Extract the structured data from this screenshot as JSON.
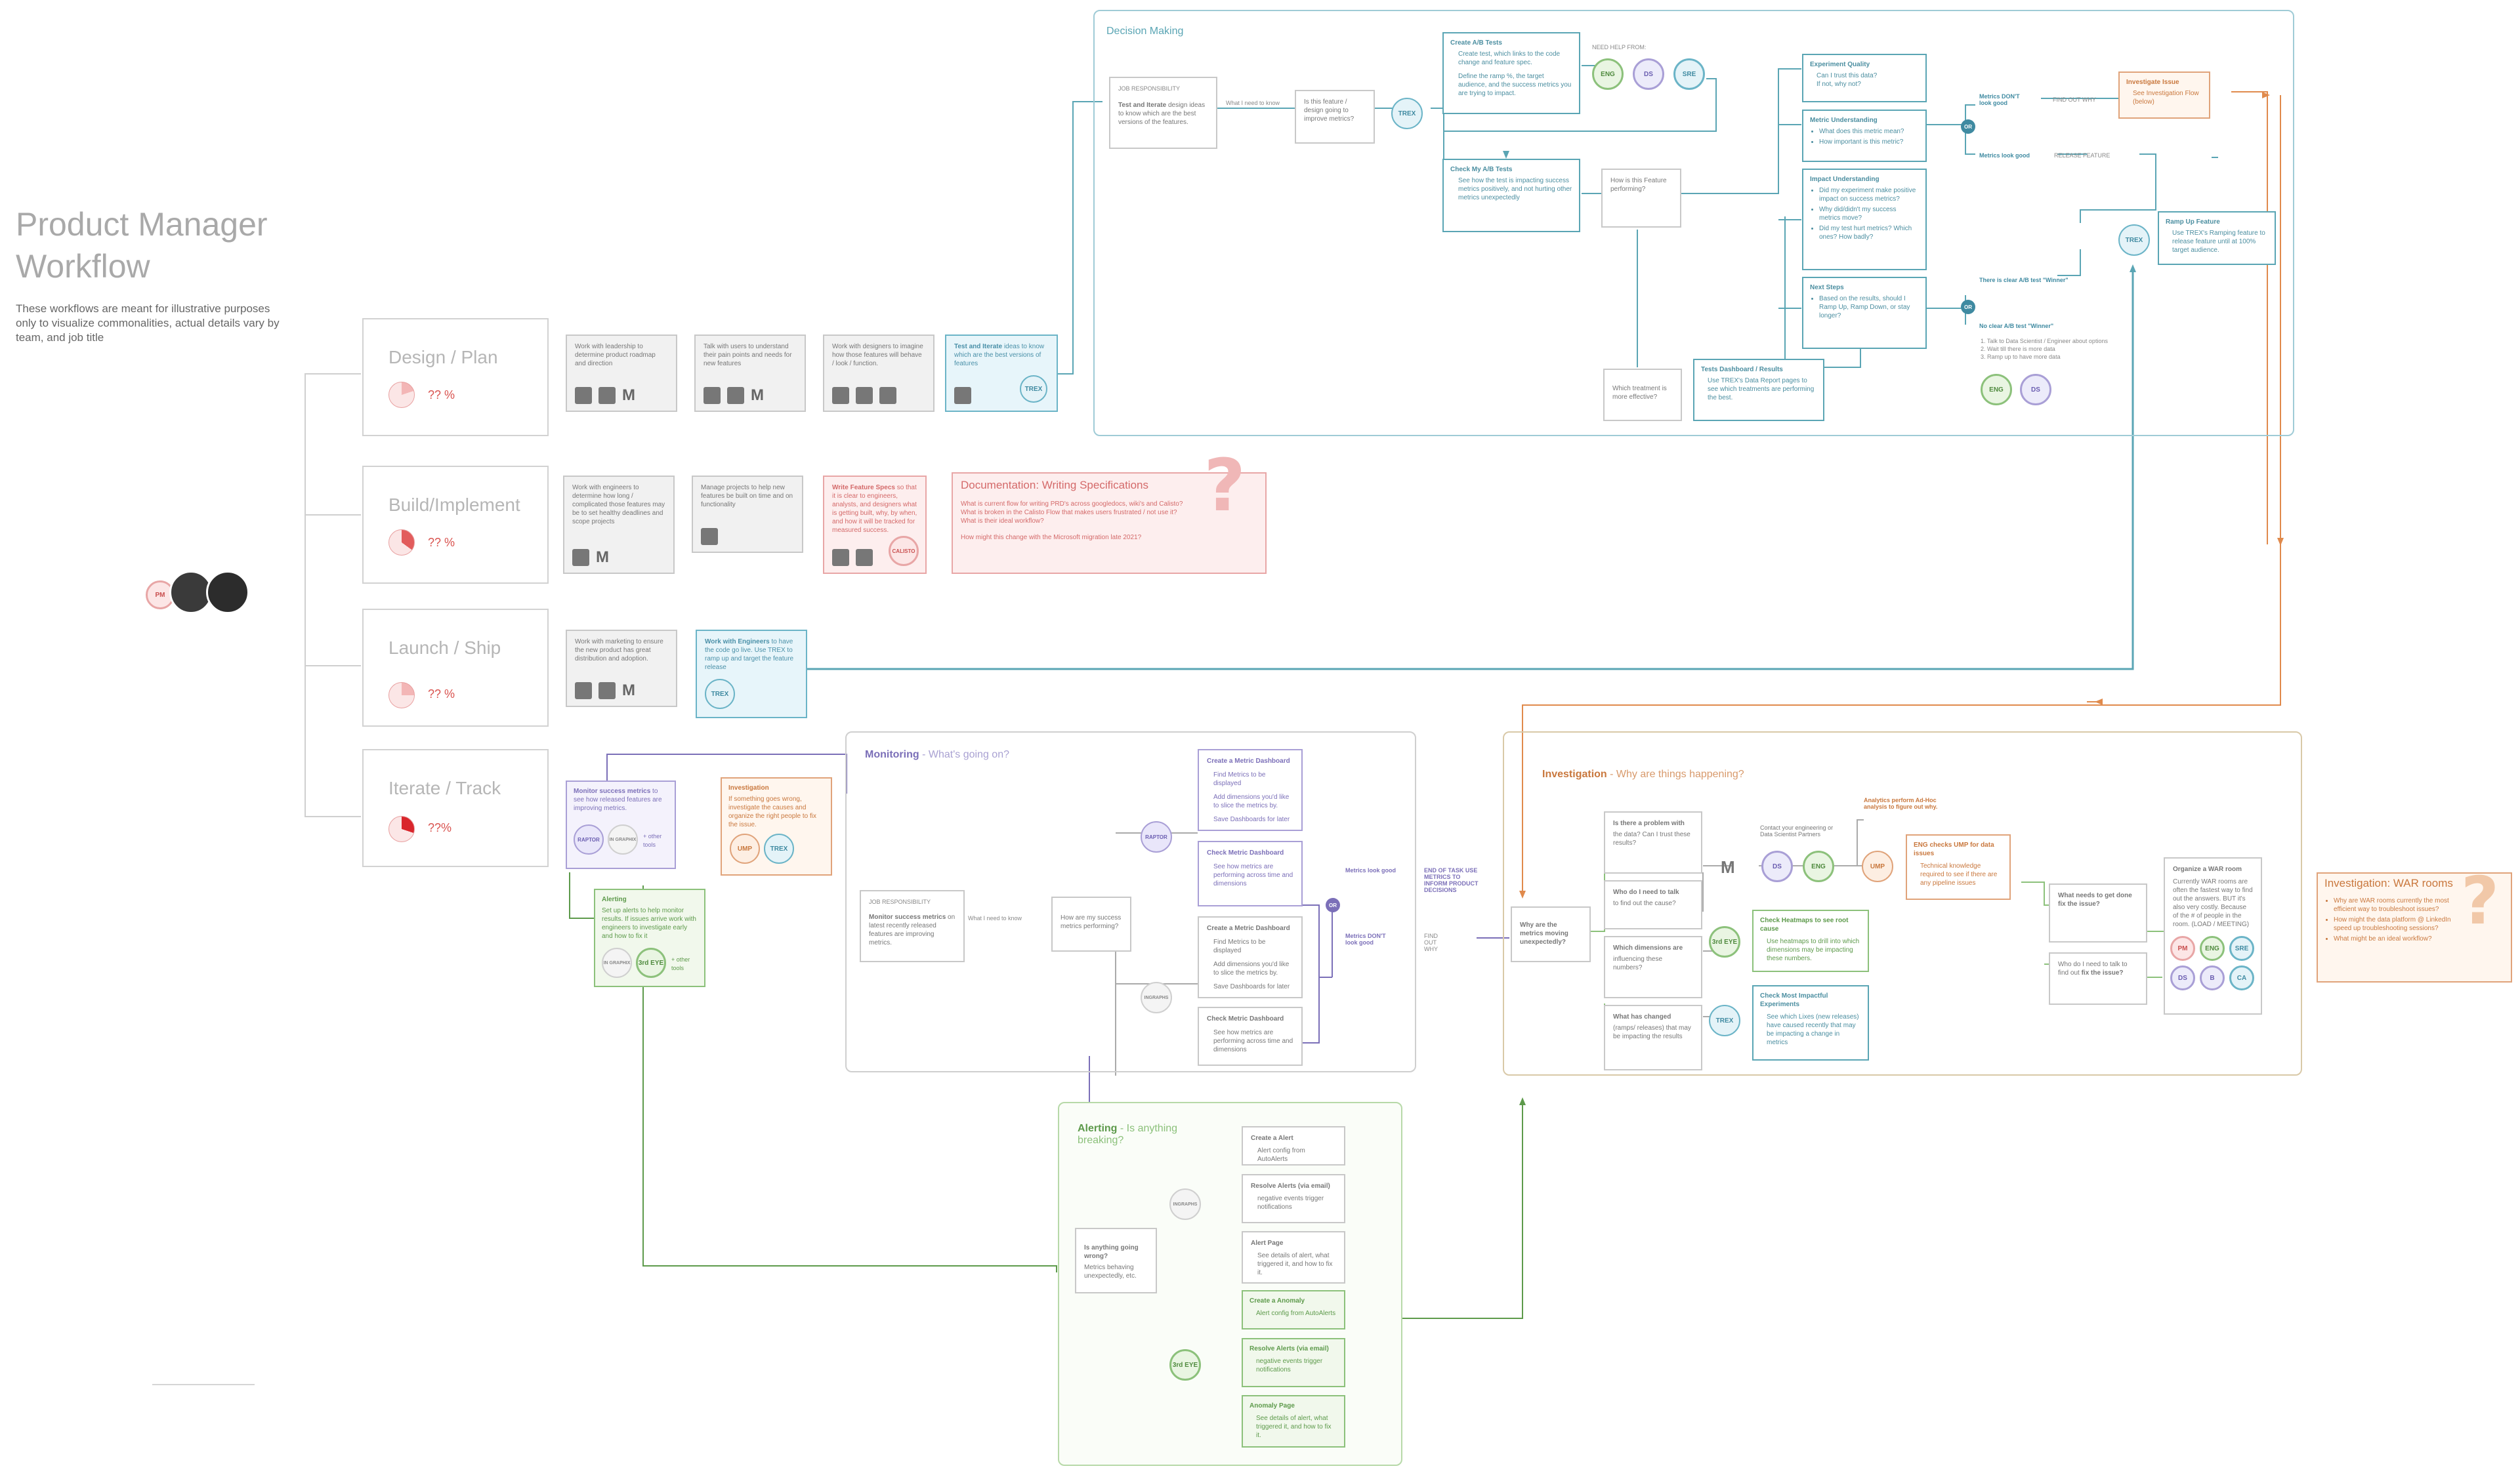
{
  "header": {
    "title_line1": "Product Manager",
    "title_line2": "Workflow",
    "subtitle": "These workflows are meant for illustrative purposes only to visualize commonalities, actual details vary by team, and job title"
  },
  "avatar_pm": "PM",
  "phases": [
    {
      "name": "Design / Plan",
      "pct": "?? %"
    },
    {
      "name": "Build/Implement",
      "pct": "?? %"
    },
    {
      "name": "Launch / Ship",
      "pct": "?? %"
    },
    {
      "name": "Iterate / Track",
      "pct": "??%"
    }
  ],
  "design_cards": [
    "Work with leadership to determine product roadmap and direction",
    "Talk with users to understand their pain points and needs for new features",
    "Work with designers to imagine how those features will behave / look / function."
  ],
  "design_test": {
    "title": "Test and Iterate",
    "text": "ideas to know which are the best versions of features",
    "badge": "TREX"
  },
  "build_cards": [
    "Work with engineers to determine how long / complicated those features may be to set healthy deadlines and scope projects",
    "Manage projects to help new features be built on time and on functionality"
  ],
  "build_specs": {
    "title": "Write Feature Specs",
    "text": "so that it is clear to engineers, analysts, and designers what is getting built, why, by when, and how it will be tracked for measured success.",
    "badge": "CALISTO"
  },
  "documentation": {
    "title": "Documentation: Writing Specifications",
    "q1": "What is current flow for writing PRD's across googledocs, wiki's and Calisto?",
    "q2": "What is broken in the Calisto Flow that makes users frustrated / not use it?",
    "q3": "What is their ideal workflow?",
    "q4": "How might this change with the Microsoft migration late 2021?",
    "mark": "?"
  },
  "launch_card": "Work with marketing to ensure the new product has great distribution and adoption.",
  "launch_trex": {
    "title": "Work with Engineers",
    "text": "to have the code go live. Use TREX to ramp up and target the feature release",
    "badge": "TREX"
  },
  "iterate_monitor": {
    "title": "Monitor success metrics",
    "text": "to see how released features are improving metrics.",
    "b1": "RAPTOR",
    "b2": "IN GRAPHIX",
    "b3": "+ other tools"
  },
  "iterate_investigation": {
    "title": "Investigation",
    "text": "If something goes wrong, investigate the causes and organize the right people to fix the issue.",
    "b1": "UMP",
    "b2": "TREX"
  },
  "iterate_alerting": {
    "title": "Alerting",
    "text": "Set up alerts to help monitor results. If issues arrive work with engineers to investigate early and how to fix it",
    "b1": "IN GRAPHIX",
    "b2": "3rd EYE",
    "b3": "+ other tools"
  },
  "decision": {
    "title": "Decision Making",
    "job_label": "JOB RESPONSIBILITY",
    "job_title": "Test and Iterate",
    "job_text": "design ideas to know which are the best versions of the features.",
    "need_label": "What I need to know",
    "q_box": "Is this feature / design going to improve metrics?",
    "trex": "TREX",
    "create_title": "Create A/B Tests",
    "create_l1": "Create test, which links to the code change and feature spec.",
    "create_l2": "Define the ramp %, the target audience, and the success metrics you are trying to impact.",
    "need_help": "NEED HELP FROM:",
    "eng": "ENG",
    "ds": "DS",
    "sre": "SRE",
    "check_title": "Check My A/B Tests",
    "check_text": "See how the test is impacting success metrics positively, and not hurting other metrics unexpectedly",
    "perf_q": "How is this Feature performing?",
    "eq_title": "Experiment Quality",
    "eq_l1": "Can I trust this data?",
    "eq_l2": "If not, why not?",
    "mu_title": "Metric Understanding",
    "mu_l1": "What does this metric mean?",
    "mu_l2": "How important is this metric?",
    "iu_title": "Impact Understanding",
    "iu_l1": "Did my experiment make positive impact on success metrics?",
    "iu_l2": "Why did/didn't my success metrics move?",
    "iu_l3": "Did my test hurt metrics? Which ones? How badly?",
    "ns_title": "Next Steps",
    "ns_text": "Based on the results, should I Ramp Up, Ramp Down, or stay longer?",
    "or": "OR",
    "dont_good": "Metrics DON'T look good",
    "find_out": "FIND OUT WHY",
    "look_good": "Metrics look good",
    "release": "RELEASE FEATURE",
    "winner": "There is clear A/B test \"Winner\"",
    "no_winner": "No clear A/B test \"Winner\"",
    "nw_1": "1. Talk to Data Scientist / Engineer about options",
    "nw_2": "2. Wait till there is more data",
    "nw_3": "3. Ramp up to have more data",
    "inv_issue": "Investigate Issue",
    "inv_issue_text": "See Investigation Flow (below)",
    "ramp_title": "Ramp Up Feature",
    "ramp_text": "Use TREX's Ramping feature to release feature until at 100% target audience.",
    "which_q": "Which treatment is more effective?",
    "dash_title": "Tests Dashboard / Results",
    "dash_text": "Use TREX's Data Report pages to see which treatments are performing the best."
  },
  "monitoring": {
    "title": "Monitoring",
    "subtitle": " - What's going on?",
    "job_label": "JOB RESPONSIBILITY",
    "job_title": "Monitor success metrics",
    "job_text": "on latest recently released features are improving metrics.",
    "need_label": "What I need to know",
    "q_box": "How are my success metrics performing?",
    "raptor": "RAPTOR",
    "ingraphs": "INGRAPHS",
    "d1_title": "Create a Metric Dashboard",
    "d1_l1": "Find Metrics to be displayed",
    "d1_l2": "Add dimensions you'd like to slice the metrics by.",
    "d1_l3": "Save Dashboards for later",
    "d2_title": "Check Metric Dashboard",
    "d2_text": "See how metrics are performing across time and dimensions",
    "d3_title": "Create a Metric Dashboard",
    "d3_l1": "Find Metrics to be displayed",
    "d3_l2": "Add dimensions you'd like to slice the metrics by.",
    "d3_l3": "Save Dashboards for later",
    "d4_title": "Check Metric Dashboard",
    "d4_text": "See how metrics are performing across time and dimensions",
    "or": "OR",
    "good": "Metrics look good",
    "end": "END OF TASK USE METRICS TO INFORM PRODUCT DECISIONS",
    "bad": "Metrics DON'T look good",
    "find_out": "FIND OUT WHY"
  },
  "alerting": {
    "title": "Alerting",
    "subtitle": " - Is anything breaking?",
    "q_box_title": "Is anything going wrong?",
    "q_box_text": "Metrics behaving unexpectedly, etc.",
    "ingraphs": "INGRAPHS",
    "eye": "3rd EYE",
    "a1_title": "Create a Alert",
    "a1_text": "Alert config from AutoAlerts",
    "a2_title": "Resolve Alerts (via email)",
    "a2_text": "negative events trigger notifications",
    "a3_title": "Alert Page",
    "a3_text": "See details of alert, what triggered it, and how to fix it.",
    "a4_title": "Create a Anomaly",
    "a4_text": "Alert config from AutoAlerts",
    "a5_title": "Resolve Alerts (via email)",
    "a5_text": "negative events trigger notifications",
    "a6_title": "Anomaly Page",
    "a6_text": "See details of alert, what triggered it, and how to fix it."
  },
  "investigation": {
    "title": "Investigation",
    "subtitle": " - Why are things happening?",
    "why_q": "Why are the metrics moving unexpectedly?",
    "p1_title": "Is there a problem with",
    "p1_text": "the data? Can I trust these results?",
    "p2_title": "Who do I need to talk",
    "p2_text": "to find out the cause?",
    "p3_title": "Which dimensions are",
    "p3_text": "influencing these numbers?",
    "p4_title": "What has changed",
    "p4_text": "(ramps/ releases) that may be impacting the results",
    "contact": "Contact your engineering or Data Scientist Partners",
    "ds": "DS",
    "eng": "ENG",
    "ump": "UMP",
    "analytics": "Analytics perform Ad-Hoc analysis to figure out why.",
    "eng_ump_title": "ENG checks UMP for data issues",
    "eng_ump_text": "Technical knowledge required to see if there are any pipeline issues",
    "eye": "3rd EYE",
    "trex": "TREX",
    "heat_title": "Check Heatmaps to see root cause",
    "heat_text": "Use heatmaps to drill into which dimensions may be impacting these numbers.",
    "mi_title": "Check Most Impactful Experiments",
    "mi_text": "See which Lixes (new releases) have caused recently that may be impacting a change in metrics",
    "fix_q1": "What needs to get done",
    "fix_q1b": "fix the issue?",
    "fix_q2": "Who do I need to talk to find out",
    "fix_q2b": "fix the issue?",
    "war_title": "Organize a WAR room",
    "war_text": "Currently WAR rooms are often the fastest way to find out the answers. BUT it's also very costly. Because of the # of people in the room. (LOAD / MEETING)",
    "pm": "PM",
    "eng2": "ENG",
    "sre": "SRE",
    "ds2": "DS",
    "b": "B",
    "ca": "CA"
  },
  "war_rooms": {
    "title": "Investigation: WAR rooms",
    "q1": "Why are WAR rooms currently the most efficient way to troubleshoot issues?",
    "q2": "How might the data platform @ LinkedIn speed up troubleshooting sessions?",
    "q3": "What might be an ideal workflow?",
    "mark": "?"
  }
}
